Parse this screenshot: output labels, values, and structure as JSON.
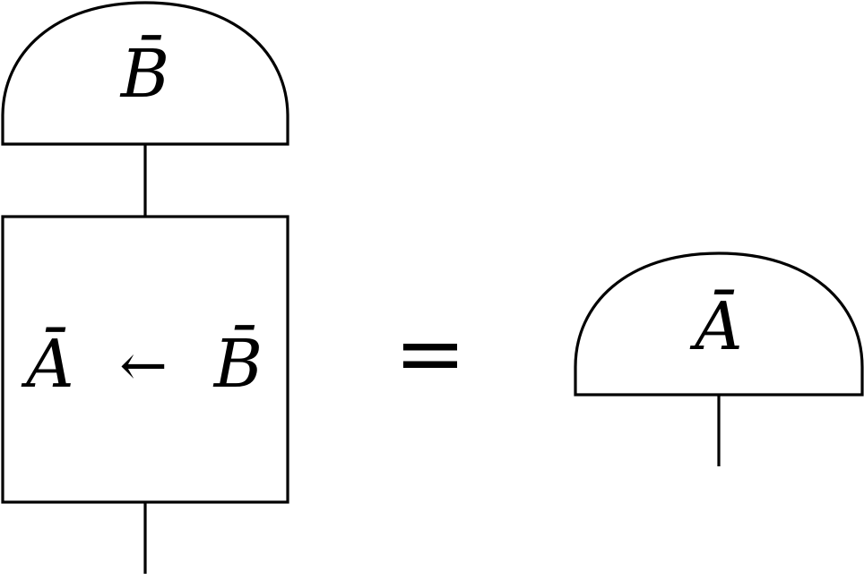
{
  "left_effect": {
    "label": "B̄"
  },
  "process_box": {
    "input_label": "Ā",
    "arrow": "←",
    "output_label": "B̄"
  },
  "equals": "=",
  "right_effect": {
    "label": "Ā"
  },
  "colors": {
    "stroke": "#000000",
    "background": "#ffffff"
  }
}
